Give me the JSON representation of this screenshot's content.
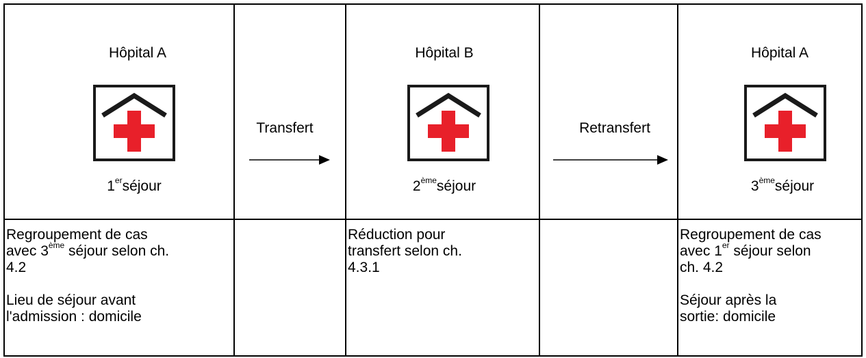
{
  "columns": [
    {
      "hospital": "Hôpital A",
      "icon": "hospital-icon",
      "stay_number": "1",
      "stay_sup": "er",
      "stay_word": "séjour",
      "note_lines": [
        "Regroupement de cas",
        "avec 3",
        "ème",
        " séjour selon ch.",
        "4.2"
      ],
      "note2_lines": [
        "Lieu de séjour avant",
        "l'admission : domicile"
      ]
    },
    {
      "arrow_label": "Transfert"
    },
    {
      "hospital": "Hôpital B",
      "icon": "hospital-icon",
      "stay_number": "2",
      "stay_sup": "ème",
      "stay_word": "séjour",
      "note_lines": [
        "Réduction pour",
        "transfert selon ch.",
        "4.3.1"
      ]
    },
    {
      "arrow_label": "Retransfert"
    },
    {
      "hospital": "Hôpital A",
      "icon": "hospital-icon",
      "stay_number": "3",
      "stay_sup": "ème",
      "stay_word": "séjour",
      "note_lines": [
        "Regroupement de cas",
        "avec 1",
        "er",
        " séjour selon",
        "ch. 4.2"
      ],
      "note2_lines": [
        "Séjour après la",
        "sortie: domicile"
      ]
    }
  ],
  "colors": {
    "border": "#000000",
    "cross": "#e8202a",
    "icon_frame": "#1a1a1a"
  }
}
